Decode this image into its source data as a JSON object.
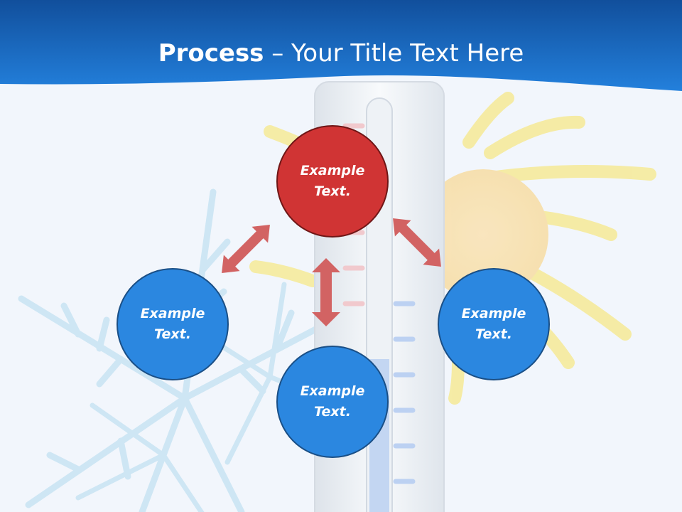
{
  "title": {
    "bold_part": "Process",
    "rest_part": " – Your Title Text Here"
  },
  "nodes": [
    {
      "id": "top",
      "label": "Example Text.",
      "color": "#d03434"
    },
    {
      "id": "left",
      "label": "Example Text.",
      "color": "#2b87e0"
    },
    {
      "id": "bottom",
      "label": "Example Text.",
      "color": "#2b87e0"
    },
    {
      "id": "right",
      "label": "Example Text.",
      "color": "#2b87e0"
    }
  ],
  "colors": {
    "header": "#1a6cc4",
    "arrow": "#d26363",
    "background": "#f2f6fc"
  },
  "icons": [
    "thermometer-icon",
    "sun-icon",
    "snowflake-icon",
    "double-arrow-icon"
  ]
}
